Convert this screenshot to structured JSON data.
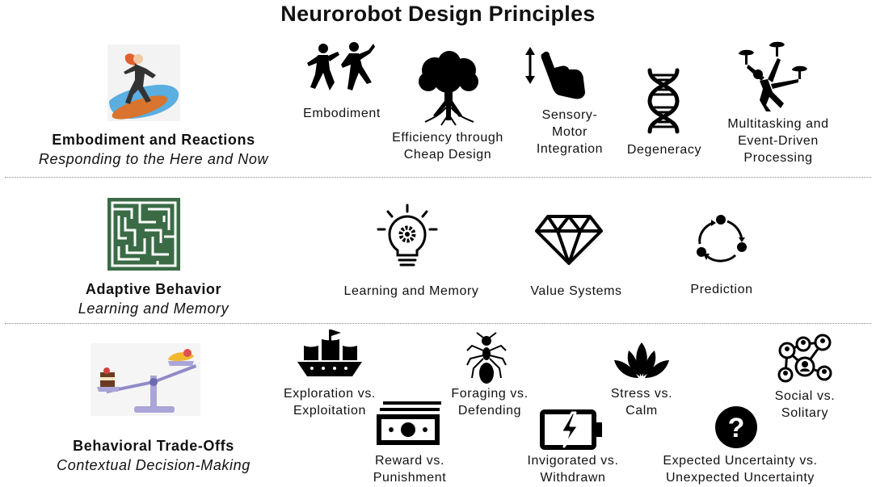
{
  "title": "Neurorobot Design Principles",
  "sections": [
    {
      "title": "Embodiment and Reactions",
      "subtitle": "Responding to the Here and Now",
      "items": [
        {
          "lines": [
            "Embodiment"
          ],
          "icon": "dancers-icon"
        },
        {
          "lines": [
            "Efficiency through",
            "Cheap Design"
          ],
          "icon": "tree-icon"
        },
        {
          "lines": [
            "Sensory-",
            "Motor",
            "Integration"
          ],
          "icon": "pointing-hand-icon"
        },
        {
          "lines": [
            "Degeneracy"
          ],
          "icon": "dna-icon"
        },
        {
          "lines": [
            "Multitasking and",
            "Event-Driven",
            "Processing"
          ],
          "icon": "juggler-icon"
        }
      ]
    },
    {
      "title": "Adaptive Behavior",
      "subtitle": "Learning and Memory",
      "items": [
        {
          "lines": [
            "Learning and Memory"
          ],
          "icon": "lightbulb-gear-icon"
        },
        {
          "lines": [
            "Value Systems"
          ],
          "icon": "diamond-icon"
        },
        {
          "lines": [
            "Prediction"
          ],
          "icon": "cycle-arrows-icon"
        }
      ]
    },
    {
      "title": "Behavioral Trade-Offs",
      "subtitle": "Contextual Decision-Making",
      "items": [
        {
          "lines": [
            "Exploration vs.",
            "Exploitation"
          ],
          "icon": "pirate-ship-icon"
        },
        {
          "lines": [
            "Foraging vs.",
            "Defending"
          ],
          "icon": "ant-icon"
        },
        {
          "lines": [
            "Stress vs.",
            "Calm"
          ],
          "icon": "lotus-icon"
        },
        {
          "lines": [
            "Social vs.",
            "Solitary"
          ],
          "icon": "social-network-icon"
        },
        {
          "lines": [
            "Reward vs.",
            "Punishment"
          ],
          "icon": "money-icon"
        },
        {
          "lines": [
            "Invigorated vs.",
            "Withdrawn"
          ],
          "icon": "battery-icon"
        },
        {
          "lines": [
            "Expected Uncertainty vs.",
            "Unexpected Uncertainty"
          ],
          "icon": "question-icon"
        }
      ]
    }
  ],
  "section_images": [
    "surfer-image",
    "maze-image",
    "balance-scale-image"
  ],
  "colors": {
    "maze": "#3a6b45",
    "surf_water": "#5aaee0",
    "surfboard": "#d8742e",
    "scale": "#a9a5d8"
  }
}
